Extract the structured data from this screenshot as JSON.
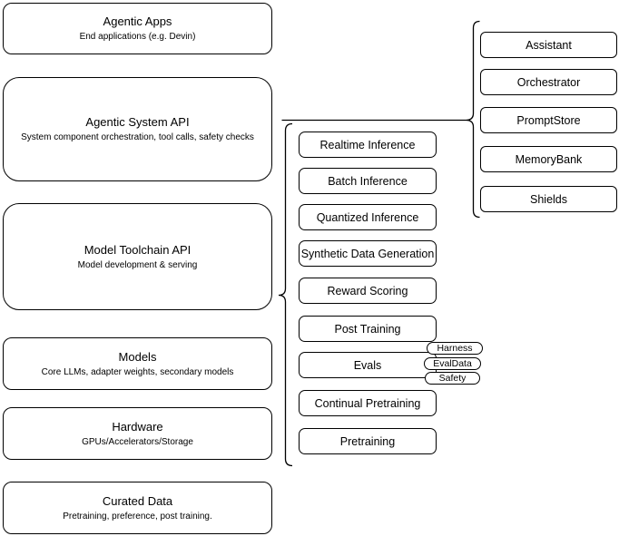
{
  "left_stack": [
    {
      "title": "Agentic Apps",
      "subtitle": "End applications (e.g. Devin)"
    },
    {
      "title": "Agentic System API",
      "subtitle": "System component orchestration, tool calls, safety checks"
    },
    {
      "title": "Model Toolchain API",
      "subtitle": "Model development & serving"
    },
    {
      "title": "Models",
      "subtitle": "Core LLMs, adapter weights, secondary models"
    },
    {
      "title": "Hardware",
      "subtitle": "GPUs/Accelerators/Storage"
    },
    {
      "title": "Curated Data",
      "subtitle": "Pretraining, preference, post training."
    }
  ],
  "toolchain_components": [
    "Realtime Inference",
    "Batch Inference",
    "Quantized Inference",
    "Synthetic Data Generation",
    "Reward Scoring",
    "Post Training",
    "Evals",
    "Continual Pretraining",
    "Pretraining"
  ],
  "eval_tags": [
    "Harness",
    "EvalData",
    "Safety"
  ],
  "system_components": [
    "Assistant",
    "Orchestrator",
    "PromptStore",
    "MemoryBank",
    "Shields"
  ],
  "colors": {
    "stroke": "#000000",
    "fill": "#ffffff",
    "background": "#ffffff",
    "text": "#000000"
  }
}
